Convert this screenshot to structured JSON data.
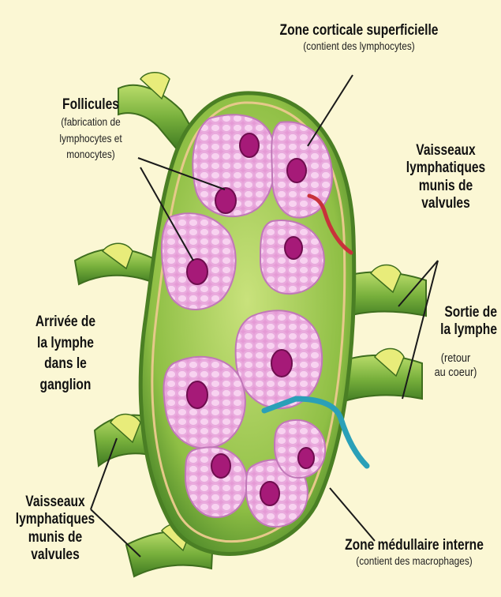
{
  "diagram": {
    "labels": {
      "zone_corticale": {
        "title": "Zone corticale superficielle",
        "note": "(contient des lymphocytes)"
      },
      "follicules": {
        "title": "Follicules",
        "note_lines": [
          "(fabrication de",
          "lymphocytes et",
          "monocytes)"
        ]
      },
      "vaisseaux_right": {
        "lines": [
          "Vaisseaux",
          "lymphatiques",
          "munis de",
          "valvules"
        ]
      },
      "sortie": {
        "lines": [
          "Sortie de",
          "la lymphe"
        ],
        "note_lines": [
          "(retour",
          "au coeur)"
        ]
      },
      "arrivee": {
        "lines": [
          "Arrivée de",
          "la lymphe",
          "dans le",
          "ganglion"
        ]
      },
      "vaisseaux_left": {
        "lines": [
          "Vaisseaux",
          "lymphatiques",
          "munis de",
          "valvules"
        ]
      },
      "zone_medullaire": {
        "title": "Zone médullaire interne",
        "note": "(contient des macrophages)"
      }
    },
    "colors": {
      "background": "#fbf7d4",
      "capsule_green": "#6fa83a",
      "tissue_green": "#9cc95a",
      "follicle_pink": "#f2b6e6",
      "nucleus": "#b0207f",
      "artery_red": "#c8323a",
      "vein_blue": "#2aa0b8"
    }
  }
}
